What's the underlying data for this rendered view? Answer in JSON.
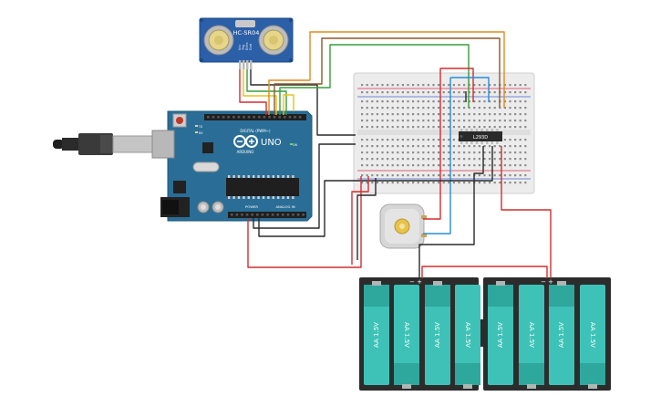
{
  "sensor": {
    "label": "HC-SR04",
    "pins": [
      "Vcc",
      "Trig",
      "Echo",
      "Gnd"
    ]
  },
  "arduino": {
    "brand": "ARDUINO",
    "model": "UNO",
    "digital_label": "DIGITAL (PWM~)",
    "power_label": "POWER",
    "analog_label": "ANALOG IN",
    "tx_label": "TX",
    "rx_label": "RX",
    "on_label": "ON"
  },
  "chip": {
    "label": "L293D"
  },
  "battery": {
    "cell_label": "AA 1.5V",
    "cells": 8,
    "plus_symbol": "+",
    "minus_symbol": "−"
  },
  "colors": {
    "arduino_board": "#2a6e97",
    "sensor_board": "#2b5fa8",
    "breadboard": "#ececec",
    "battery_holder": "#2c2c2c",
    "battery_cell": "#3ec2b7",
    "wire_red": "#d02f2f",
    "wire_black": "#2a2a2a",
    "wire_yellow": "#e6c21e",
    "wire_brown": "#8a5a2b",
    "wire_green": "#3a9c3a",
    "wire_blue": "#2a8bd6",
    "wire_orange": "#e08a1e"
  }
}
